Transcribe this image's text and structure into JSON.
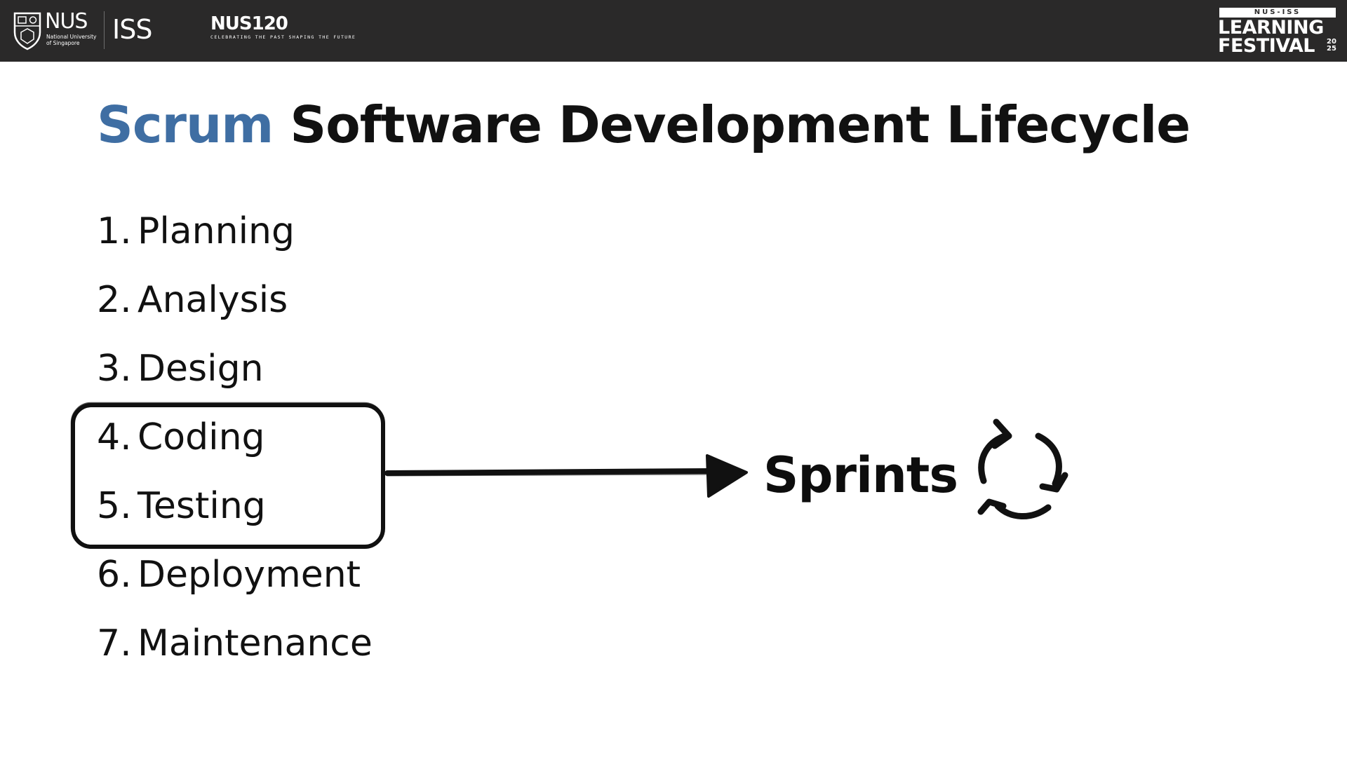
{
  "header": {
    "nus_logo": {
      "word": "NUS",
      "subtitle": "National University of Singapore"
    },
    "iss_logo": {
      "word": "ISS"
    },
    "nus120_logo": {
      "word": "NUS120",
      "tagline": "CELEBRATING THE PAST SHAPING THE FUTURE"
    },
    "festival_logo": {
      "top": "NUS-ISS",
      "line1": "LEARNING",
      "line2": "FESTIVAL",
      "year": "2025"
    }
  },
  "title": {
    "accent": "Scrum",
    "rest": "Software Development Lifecycle"
  },
  "steps": [
    {
      "num": "1.",
      "label": "Planning"
    },
    {
      "num": "2.",
      "label": "Analysis"
    },
    {
      "num": "3.",
      "label": "Design"
    },
    {
      "num": "4.",
      "label": "Coding"
    },
    {
      "num": "5.",
      "label": "Testing"
    },
    {
      "num": "6.",
      "label": "Deployment"
    },
    {
      "num": "7.",
      "label": "Maintenance"
    }
  ],
  "sprints": {
    "label": "Sprints"
  },
  "icons": {
    "cycle": "refresh-cycle-icon",
    "arrow": "arrow-right-icon",
    "shield": "nus-shield-icon"
  },
  "colors": {
    "header_bg": "#2a2929",
    "title_accent": "#3f6ea3",
    "text": "#111111"
  }
}
